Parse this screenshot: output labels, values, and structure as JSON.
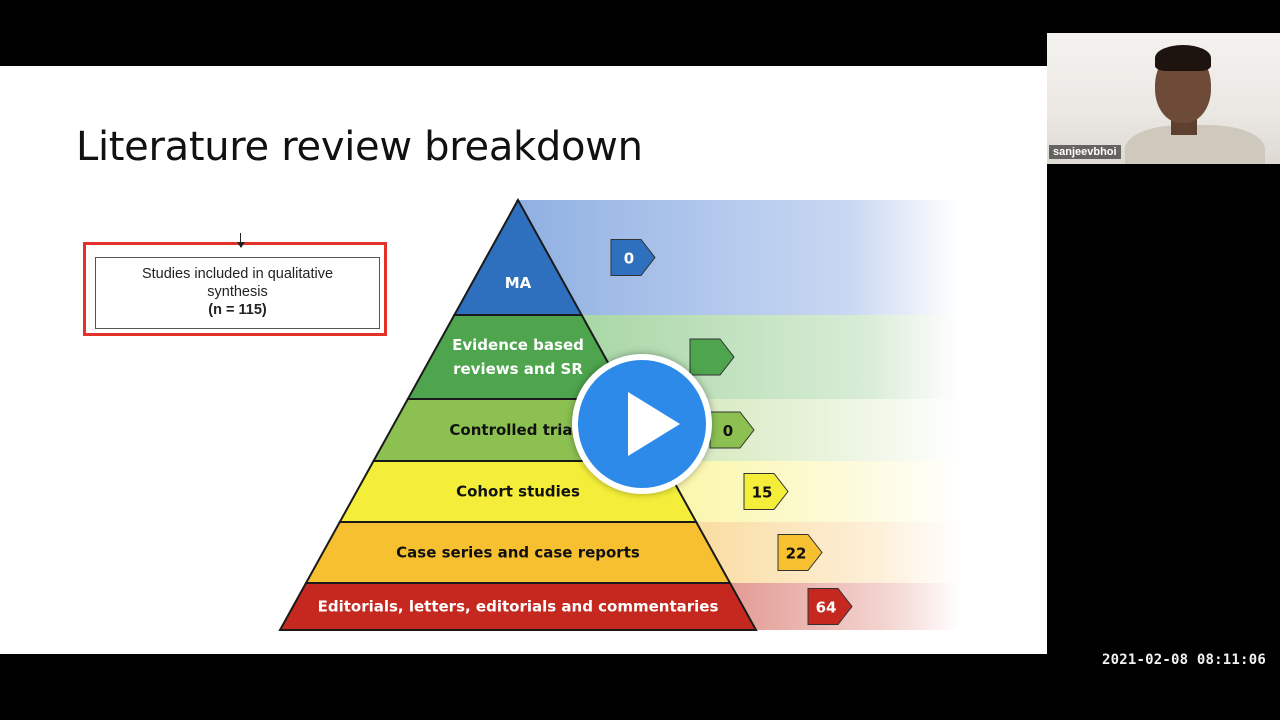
{
  "slide": {
    "title": "Literature review breakdown",
    "prisma": {
      "line1": "Studies included in qualitative",
      "line2": "synthesis",
      "count": "(n = 115)"
    },
    "pyramid": [
      {
        "label_lines": [
          "MA"
        ],
        "count": "0",
        "color": "#2e6fbe"
      },
      {
        "label_lines": [
          "Evidence based",
          "reviews and SR"
        ],
        "count": "",
        "color": "#4ea54d"
      },
      {
        "label_lines": [
          "Controlled trials"
        ],
        "count": "0",
        "color": "#8cc152"
      },
      {
        "label_lines": [
          "Cohort studies"
        ],
        "count": "15",
        "color": "#f4ee3a"
      },
      {
        "label_lines": [
          "Case series and case reports"
        ],
        "count": "22",
        "color": "#f6c030"
      },
      {
        "label_lines": [
          "Editorials, letters, editorials and commentaries"
        ],
        "count": "64",
        "color": "#c4281f"
      }
    ]
  },
  "video": {
    "play_icon": "play-icon"
  },
  "participant": {
    "name": "sanjeevbhoi"
  },
  "recording": {
    "timestamp": "2021-02-08  08:11:06"
  }
}
